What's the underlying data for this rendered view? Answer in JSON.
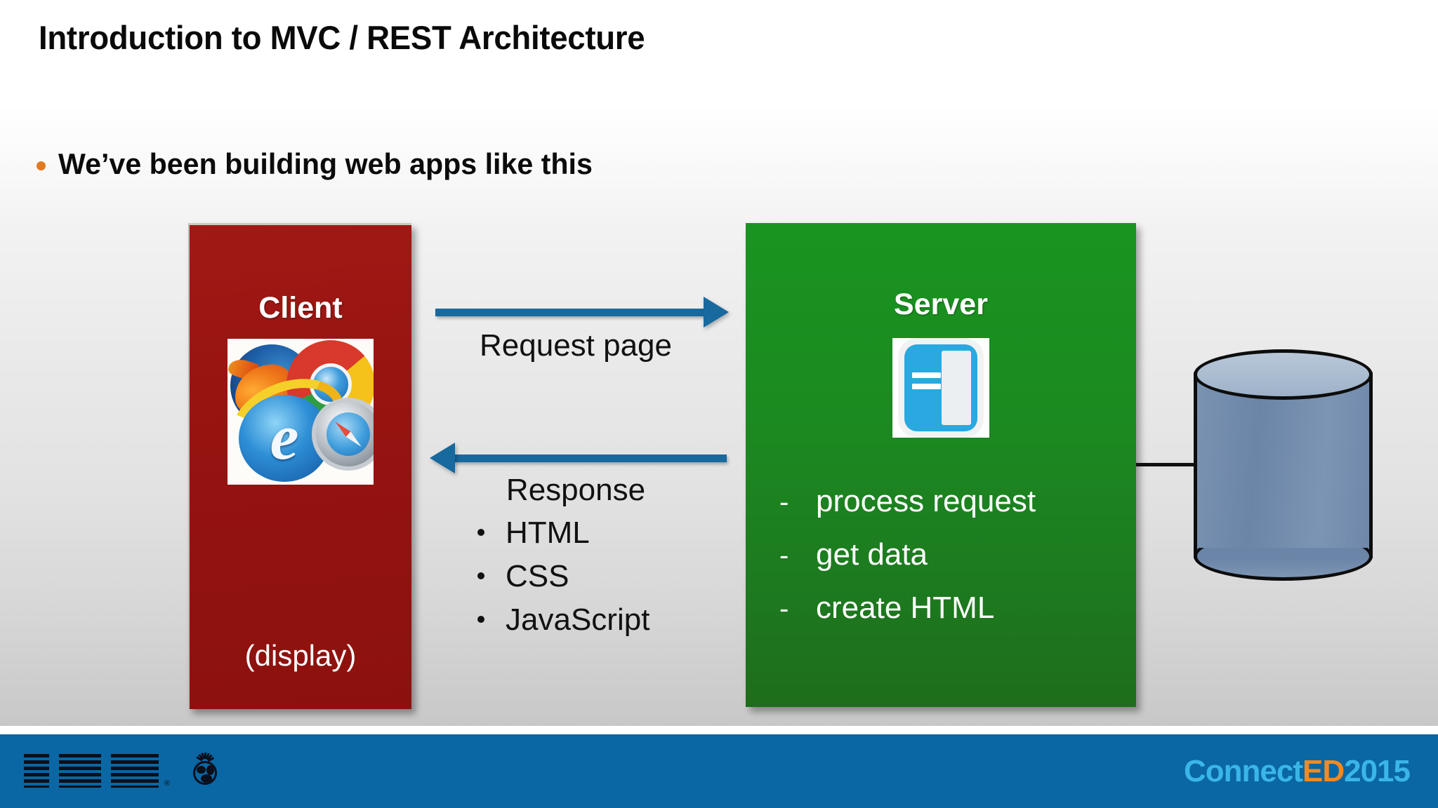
{
  "slide": {
    "title": "Introduction to MVC / REST Architecture",
    "bullet": "We’ve been building web apps like this"
  },
  "client": {
    "title": "Client",
    "caption": "(display)",
    "box_color": "#961310",
    "browsers": [
      "firefox",
      "chrome",
      "internet-explorer",
      "safari"
    ]
  },
  "flow": {
    "request_label": "Request page",
    "response_label": "Response",
    "response_items": [
      "HTML",
      "CSS",
      "JavaScript"
    ],
    "arrow_color": "#17699e"
  },
  "server": {
    "title": "Server",
    "box_color": "#1b8a20",
    "tasks": [
      "process request",
      "get data",
      "create HTML"
    ],
    "task_marker": "-",
    "icon": "server-rack-icon"
  },
  "database": {
    "shape": "cylinder",
    "body_color": "#6b85a8",
    "top_color": "#a9bbd0"
  },
  "footer": {
    "bar_color": "#0a67a3",
    "ibm_logo": "IBM",
    "ibm_trademark": "®",
    "smarter_planet_icon": "smarter-planet-icon",
    "connected_part1": "Connect",
    "connected_part2": "ED",
    "connected_part3": "2015",
    "connected_blue": "#3ab5e8",
    "connected_orange": "#f28a21"
  }
}
